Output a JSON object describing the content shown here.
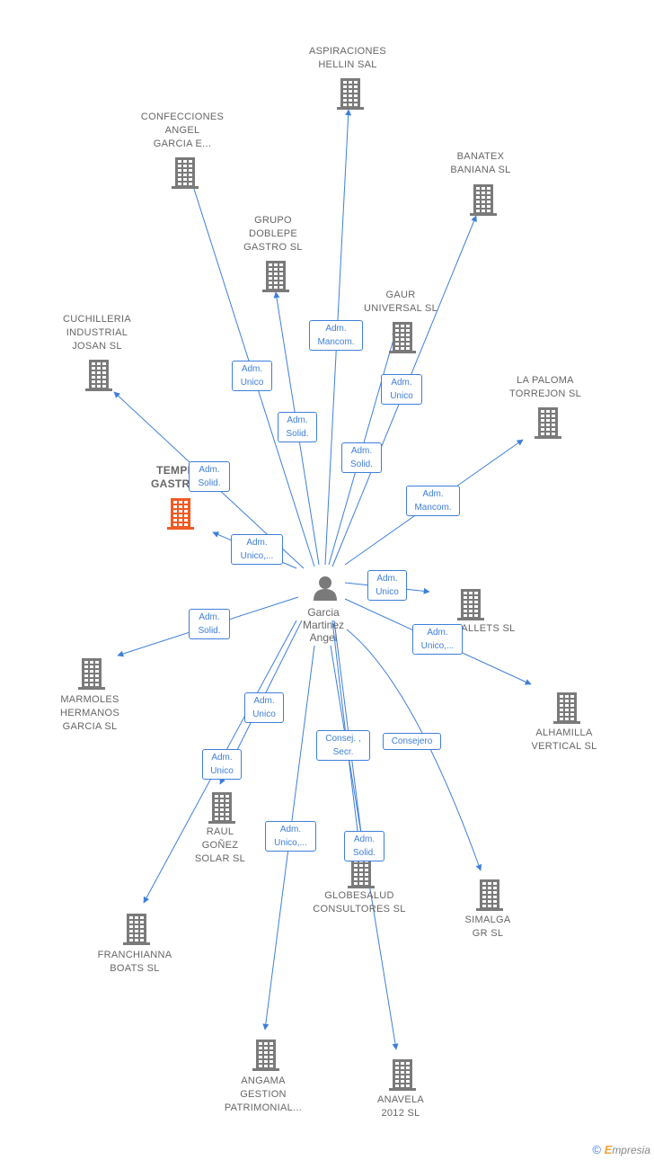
{
  "center": {
    "name": "Garcia\nMartinez\nAngel"
  },
  "colors": {
    "edge": "#3e7fd9",
    "building": "#7a7a7a",
    "highlight": "#f05a23"
  },
  "nodes": [
    {
      "id": "aspiraciones",
      "label": "ASPIRACIONES\nHELLIN SAL"
    },
    {
      "id": "confecciones",
      "label": "CONFECCIONES\nANGEL\nGARCIA E..."
    },
    {
      "id": "banatex",
      "label": "BANATEX\nBANIANA  SL"
    },
    {
      "id": "grupo",
      "label": "GRUPO\nDOBLEPE\nGASTRO  SL"
    },
    {
      "id": "gaur",
      "label": "GAUR\nUNIVERSAL  SL"
    },
    {
      "id": "cuchilleria",
      "label": "CUCHILLERIA\nINDUSTRIAL\nJOSAN  SL"
    },
    {
      "id": "lapaloma",
      "label": "LA PALOMA\nTORREJON  SL"
    },
    {
      "id": "templo",
      "label": "TEMPLO\nGASTRO...",
      "highlight": true
    },
    {
      "id": "pallets",
      "label": "PALLETS SL"
    },
    {
      "id": "marmoles",
      "label": "MARMOLES\nHERMANOS\nGARCIA  SL"
    },
    {
      "id": "alhamilla",
      "label": "ALHAMILLA\nVERTICAL  SL"
    },
    {
      "id": "raul",
      "label": "RAUL\nGOÑEZ\nSOLAR SL"
    },
    {
      "id": "globesalud",
      "label": "GLOBESALUD\nCONSULTORES SL"
    },
    {
      "id": "simalga",
      "label": "SIMALGA\nGR  SL"
    },
    {
      "id": "franchianna",
      "label": "FRANCHIANNA\nBOATS  SL"
    },
    {
      "id": "angama",
      "label": "ANGAMA\nGESTION\nPATRIMONIAL..."
    },
    {
      "id": "anavela",
      "label": "ANAVELA\n2012 SL"
    }
  ],
  "edges": [
    {
      "to": "aspiraciones",
      "label": "Adm.\nMancom."
    },
    {
      "to": "confecciones",
      "label": "Adm.\nUnico"
    },
    {
      "to": "grupo",
      "label": "Adm.\nSolid."
    },
    {
      "to": "gaur",
      "label": "Adm.\nSolid."
    },
    {
      "to": "banatex",
      "label": "Adm.\nUnico"
    },
    {
      "to": "cuchilleria",
      "label": "Adm.\nSolid."
    },
    {
      "to": "lapaloma",
      "label": "Adm.\nMancom."
    },
    {
      "to": "templo",
      "label": "Adm.\nUnico,..."
    },
    {
      "to": "pallets",
      "label": "Adm.\nUnico"
    },
    {
      "to": "alhamilla",
      "label": "Adm.\nUnico,..."
    },
    {
      "to": "marmoles",
      "label": "Adm.\nSolid."
    },
    {
      "to": "raul",
      "label": "Adm.\nUnico"
    },
    {
      "to": "franchianna",
      "label": "Adm.\nUnico"
    },
    {
      "to": "globesalud",
      "label": "Consej. ,\nSecr."
    },
    {
      "to": "simalga",
      "label": "Consejero"
    },
    {
      "to": "angama",
      "label": "Adm.\nUnico,..."
    },
    {
      "to": "anavela",
      "label": "Adm.\nSolid."
    }
  ],
  "footer": {
    "copyright": "©",
    "brand_e": "E",
    "brand_rest": "mpresia"
  }
}
